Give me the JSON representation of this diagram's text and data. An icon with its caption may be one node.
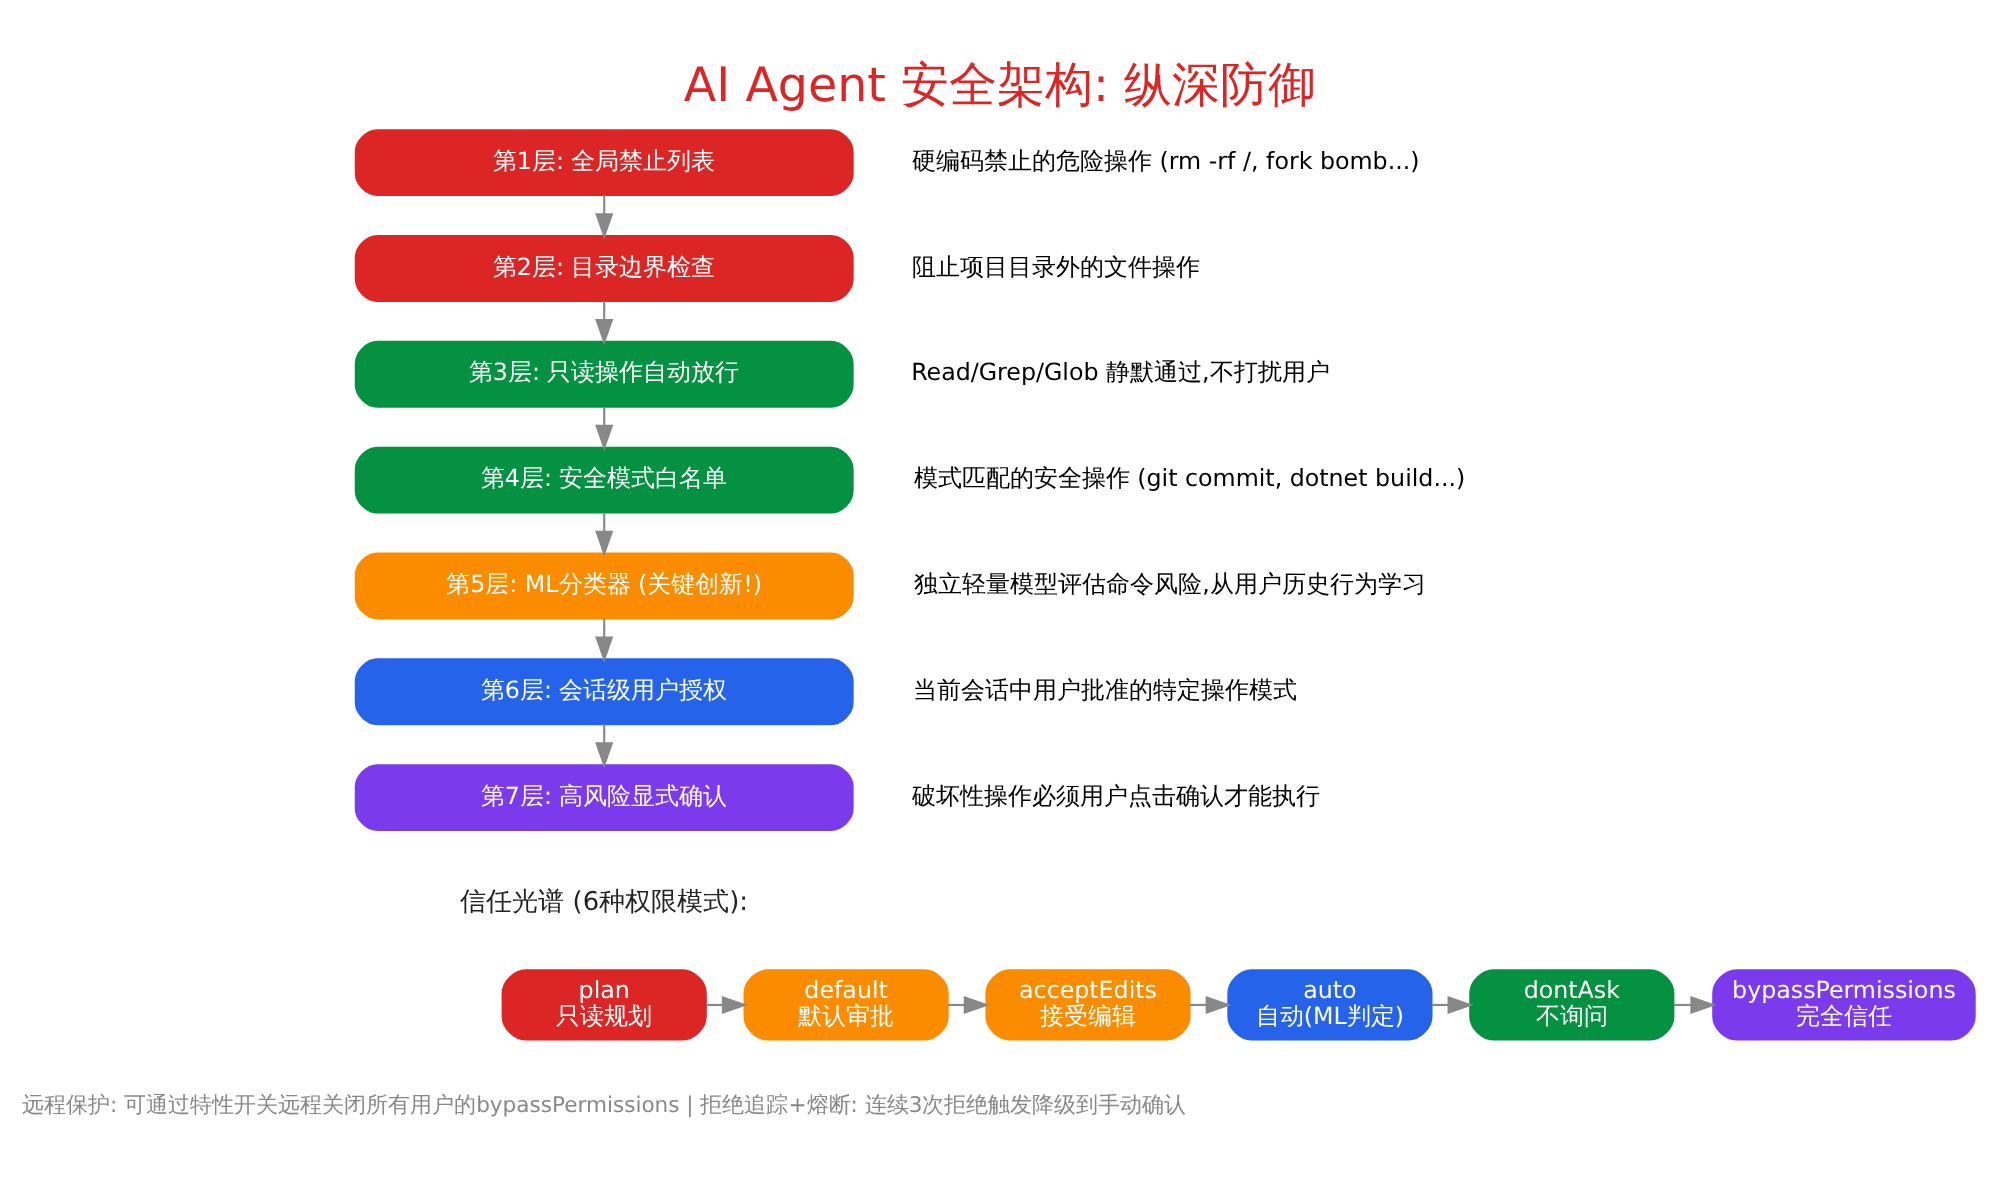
{
  "diagram": {
    "title": "AI Agent 安全架构: 纵深防御",
    "caption": "远程保护: 可通过特性开关远程关闭所有用户的bypassPermissions | 拒绝追踪+熔断: 连续3次拒绝触发降级到手动确认",
    "nodes": [
      {
        "text": [
          "第1层: 全局禁止列表"
        ],
        "beside": [
          "硬编码禁止的危险操作 (rm -rf /, fork bomb...)"
        ]
      },
      {
        "text": [
          "第2层: 目录边界检查"
        ],
        "beside": [
          "阻止项目目录外的文件操作"
        ]
      },
      {
        "text": [
          "第3层: 只读操作自动放行"
        ],
        "beside": [
          "Read/Grep/Glob 静默通过,不打扰用户"
        ]
      },
      {
        "text": [
          "第4层: 安全模式白名单"
        ],
        "beside": [
          "模式匹配的安全操作 (git commit, dotnet build...)"
        ]
      },
      {
        "text": [
          "第5层: ML分类器 (关键创新!)"
        ],
        "beside": [
          "独立轻量模型评估命令风险,从用户历史行为学习"
        ]
      },
      {
        "text": [
          "第6层: 会话级用户授权"
        ],
        "beside": [
          "当前会话中用户批准的特定操作模式"
        ]
      },
      {
        "text": [
          "第7层: 高风险显式确认"
        ],
        "beside": [
          "破坏性操作必须用户点击确认才能执行"
        ]
      },
      {
        "text": [
          "plan",
          "只读规划"
        ]
      },
      {
        "text": [
          "default",
          "默认审批"
        ]
      },
      {
        "text": [
          "acceptEdits",
          "接受编辑"
        ]
      },
      {
        "text": [
          "auto",
          "自动(ML判定)"
        ]
      },
      {
        "text": [
          "dontAsk",
          "不询问"
        ]
      },
      {
        "text": [
          "bypassPermissions",
          "完全信任"
        ]
      }
    ],
    "edges": [
      {
        "from": 0,
        "to": 1,
        "arrow": "to"
      },
      {
        "from": 1,
        "to": 2,
        "arrow": "to"
      },
      {
        "from": 2,
        "to": 3,
        "arrow": "to"
      },
      {
        "from": 3,
        "to": 4,
        "arrow": "to"
      },
      {
        "from": 4,
        "to": 5,
        "arrow": "to"
      },
      {
        "from": 5,
        "to": 6,
        "arrow": "to"
      },
      {
        "from": 7,
        "to": 8,
        "arrow": "to"
      },
      {
        "from": 8,
        "to": 9,
        "arrow": "to"
      },
      {
        "from": 9,
        "to": 10,
        "arrow": "to"
      },
      {
        "from": 10,
        "to": 11,
        "arrow": "to"
      },
      {
        "from": 11,
        "to": 12,
        "arrow": "to"
      }
    ],
    "labels": [
      "信任光谱 (6种权限模式):"
    ]
  }
}
